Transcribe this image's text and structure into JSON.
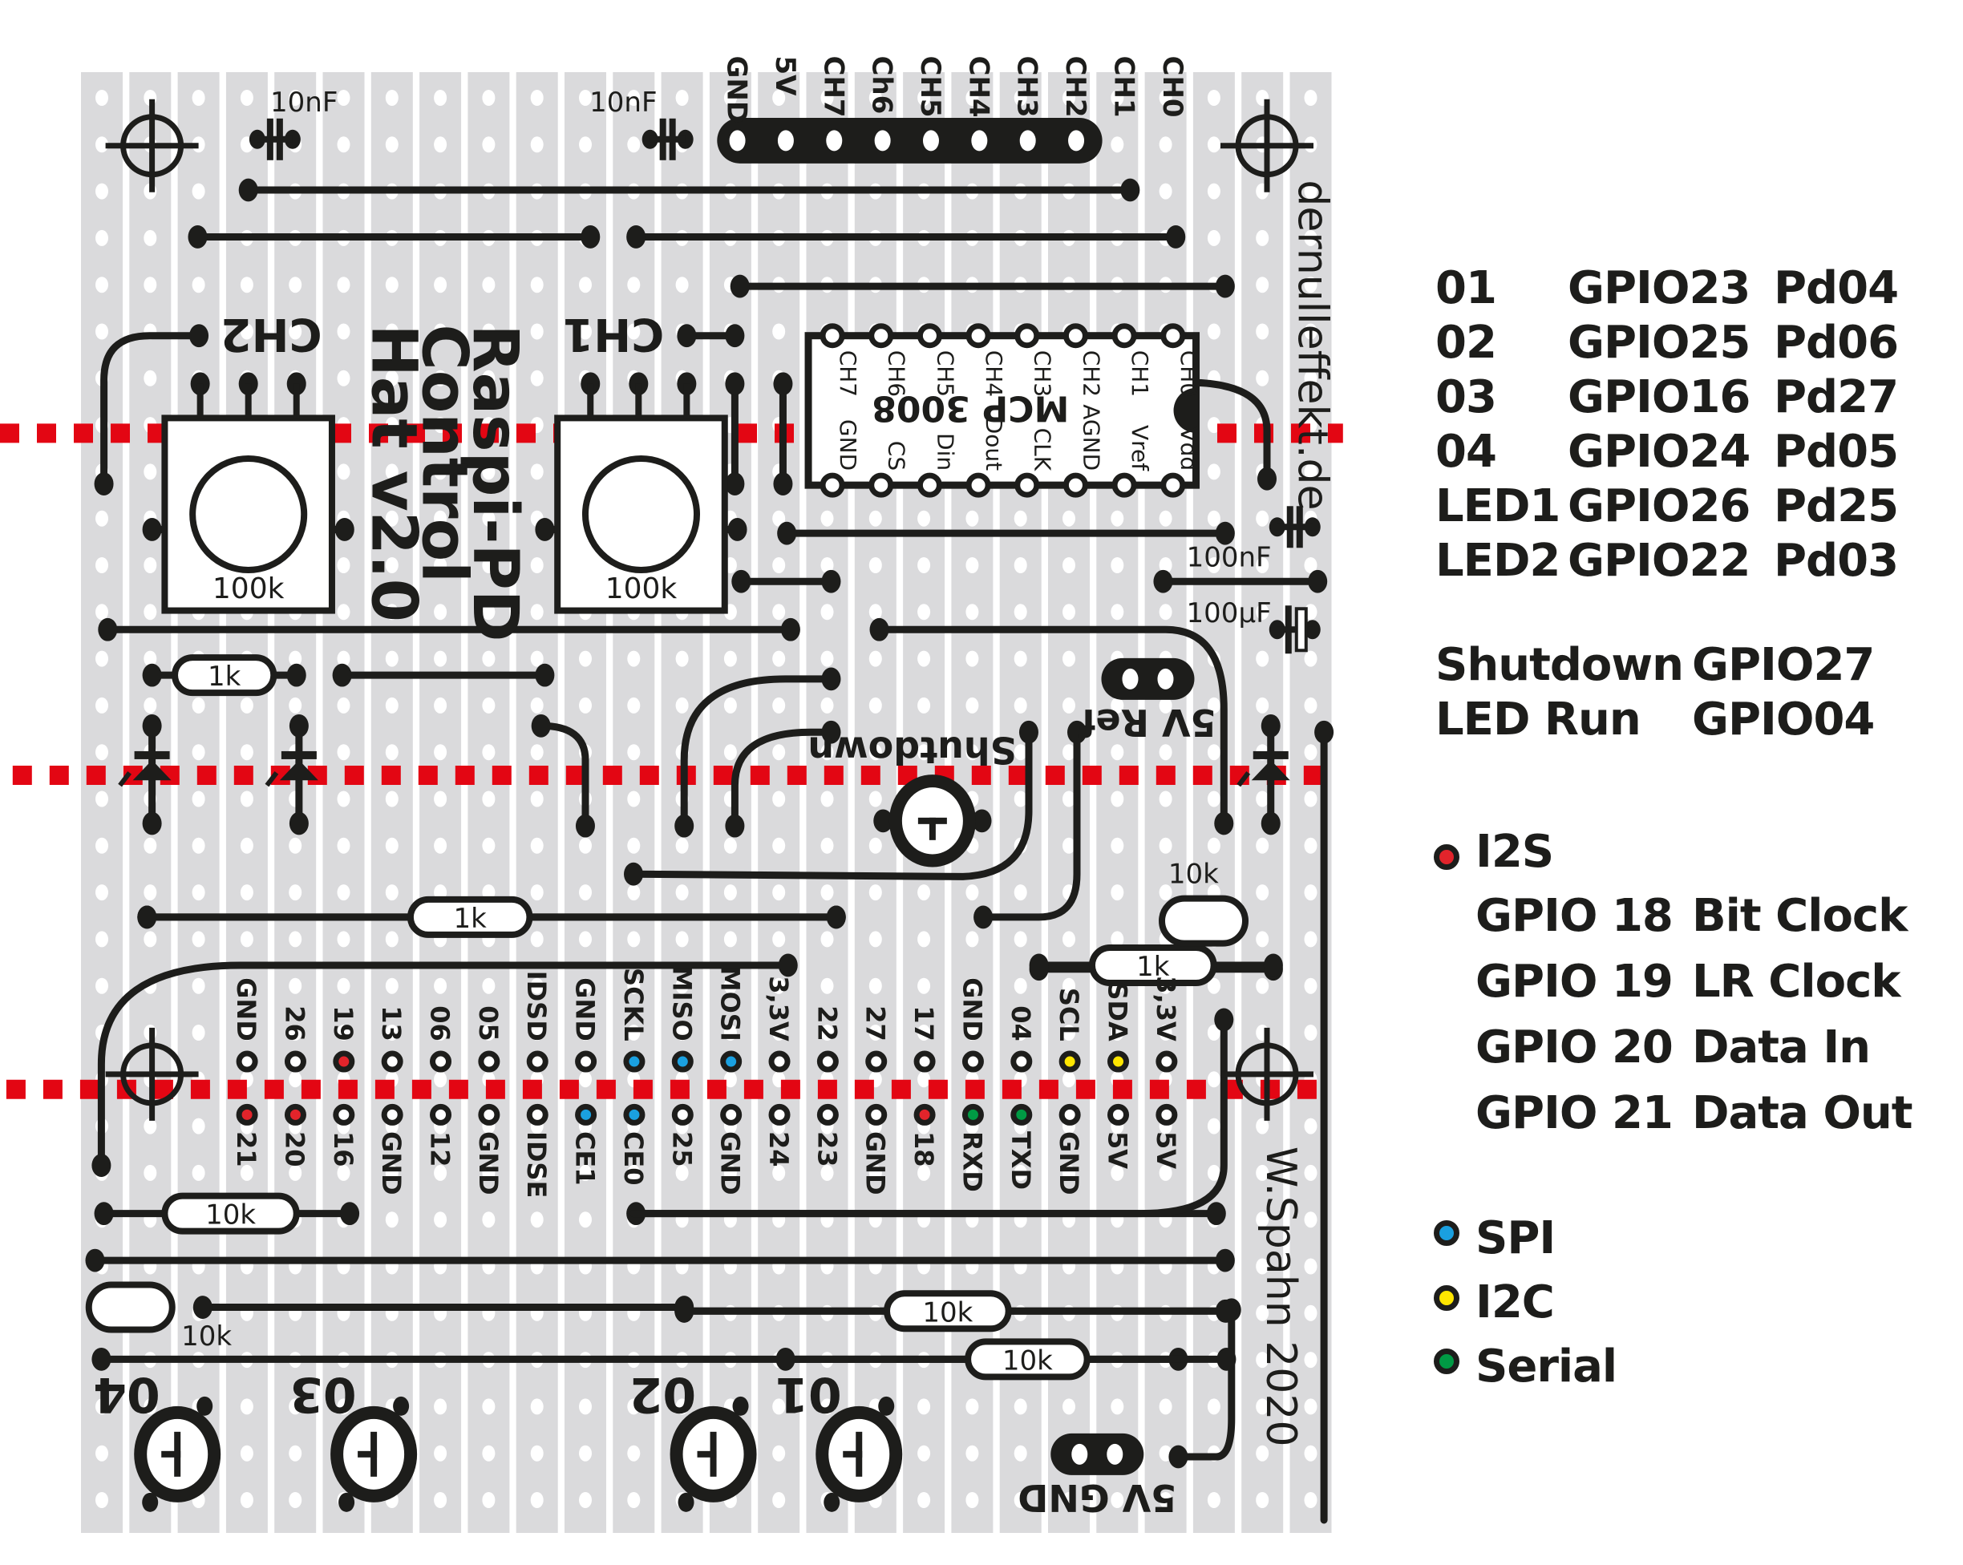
{
  "title": {
    "line1": "Raspi-PD",
    "line2": "Control",
    "line3": "Hat  v2.0"
  },
  "website": "dernulleffekt.de",
  "author": "W.Spahn 2020",
  "colors": {
    "strip": "#dadadc",
    "ink": "#1d1d1b",
    "cut": "#e30613",
    "i2s": "#e2242b",
    "spi": "#1aa0e0",
    "i2c": "#ffe600",
    "serial": "#009a44"
  },
  "adc_header": {
    "pins": [
      "GND",
      "5V",
      "CH7",
      "Ch6",
      "CH5",
      "CH4",
      "CH3",
      "CH2",
      "CH1",
      "CH0"
    ]
  },
  "chip": {
    "name": "MCP 3008",
    "top_pins": [
      "CH7",
      "CH6",
      "CH5",
      "CH4",
      "CH3",
      "CH2",
      "CH1",
      "CH0"
    ],
    "bottom_pins": [
      "GND",
      "CS",
      "Din",
      "Dout",
      "CLK",
      "AGND",
      "Vref",
      "Vdd"
    ]
  },
  "pots": [
    {
      "label": "CH2",
      "value": "100k"
    },
    {
      "label": "CH1",
      "value": "100k"
    }
  ],
  "capacitors": [
    {
      "value": "10nF"
    },
    {
      "value": "10nF"
    },
    {
      "value": "100nF"
    },
    {
      "value": "100µF"
    }
  ],
  "resistors": [
    {
      "value": "1k"
    },
    {
      "value": "1k"
    },
    {
      "value": "1k"
    },
    {
      "value": "10k"
    },
    {
      "value": "10k"
    },
    {
      "value": "10k"
    },
    {
      "value": "10k"
    },
    {
      "value": "10k"
    }
  ],
  "jumpers": [
    {
      "label": "5V Ref"
    },
    {
      "label": "5V GND"
    }
  ],
  "shutdown_button": {
    "label": "Shutdown"
  },
  "buttons": [
    {
      "label": "04"
    },
    {
      "label": "03"
    },
    {
      "label": "02"
    },
    {
      "label": "01"
    }
  ],
  "gpio_header": {
    "top": [
      {
        "label": "GND",
        "bus": ""
      },
      {
        "label": "26",
        "bus": ""
      },
      {
        "label": "19",
        "bus": "i2s"
      },
      {
        "label": "13",
        "bus": ""
      },
      {
        "label": "06",
        "bus": ""
      },
      {
        "label": "05",
        "bus": ""
      },
      {
        "label": "IDSD",
        "bus": ""
      },
      {
        "label": "GND",
        "bus": ""
      },
      {
        "label": "SCKL",
        "bus": "spi"
      },
      {
        "label": "MISO",
        "bus": "spi"
      },
      {
        "label": "MOSI",
        "bus": "spi"
      },
      {
        "label": "3,3V",
        "bus": ""
      },
      {
        "label": "22",
        "bus": ""
      },
      {
        "label": "27",
        "bus": ""
      },
      {
        "label": "17",
        "bus": ""
      },
      {
        "label": "GND",
        "bus": ""
      },
      {
        "label": "04",
        "bus": ""
      },
      {
        "label": "SCL",
        "bus": "i2c"
      },
      {
        "label": "SDA",
        "bus": "i2c"
      },
      {
        "label": "3,3V",
        "bus": ""
      }
    ],
    "bottom": [
      {
        "label": "21",
        "bus": "i2s"
      },
      {
        "label": "20",
        "bus": "i2s"
      },
      {
        "label": "16",
        "bus": ""
      },
      {
        "label": "GND",
        "bus": ""
      },
      {
        "label": "12",
        "bus": ""
      },
      {
        "label": "GND",
        "bus": ""
      },
      {
        "label": "IDSE",
        "bus": ""
      },
      {
        "label": "CE1",
        "bus": "spi"
      },
      {
        "label": "CE0",
        "bus": "spi"
      },
      {
        "label": "25",
        "bus": ""
      },
      {
        "label": "GND",
        "bus": ""
      },
      {
        "label": "24",
        "bus": ""
      },
      {
        "label": "23",
        "bus": ""
      },
      {
        "label": "GND",
        "bus": ""
      },
      {
        "label": "18",
        "bus": "i2s"
      },
      {
        "label": "RXD",
        "bus": "serial"
      },
      {
        "label": "TXD",
        "bus": "serial"
      },
      {
        "label": "GND",
        "bus": ""
      },
      {
        "label": "5V",
        "bus": ""
      },
      {
        "label": "5V",
        "bus": ""
      }
    ]
  },
  "legend": {
    "mapping": [
      {
        "name": "01",
        "gpio": "GPIO23",
        "pd": "Pd04"
      },
      {
        "name": "02",
        "gpio": "GPIO25",
        "pd": "Pd06"
      },
      {
        "name": "03",
        "gpio": "GPIO16",
        "pd": "Pd27"
      },
      {
        "name": "04",
        "gpio": "GPIO24",
        "pd": "Pd05"
      },
      {
        "name": "LED1",
        "gpio": "GPIO26",
        "pd": "Pd25"
      },
      {
        "name": "LED2",
        "gpio": "GPIO22",
        "pd": "Pd03"
      }
    ],
    "system": [
      {
        "name": "Shutdown",
        "gpio": "GPIO27"
      },
      {
        "name": "LED Run",
        "gpio": "GPIO04"
      }
    ],
    "i2s": {
      "title": "I2S",
      "rows": [
        {
          "pin": "GPIO 18",
          "function": "Bit Clock"
        },
        {
          "pin": "GPIO 19",
          "function": "LR Clock"
        },
        {
          "pin": "GPIO 20",
          "function": "Data In"
        },
        {
          "pin": "GPIO 21",
          "function": "Data Out"
        }
      ]
    },
    "spi": "SPI",
    "i2c": "I2C",
    "serial": "Serial"
  }
}
